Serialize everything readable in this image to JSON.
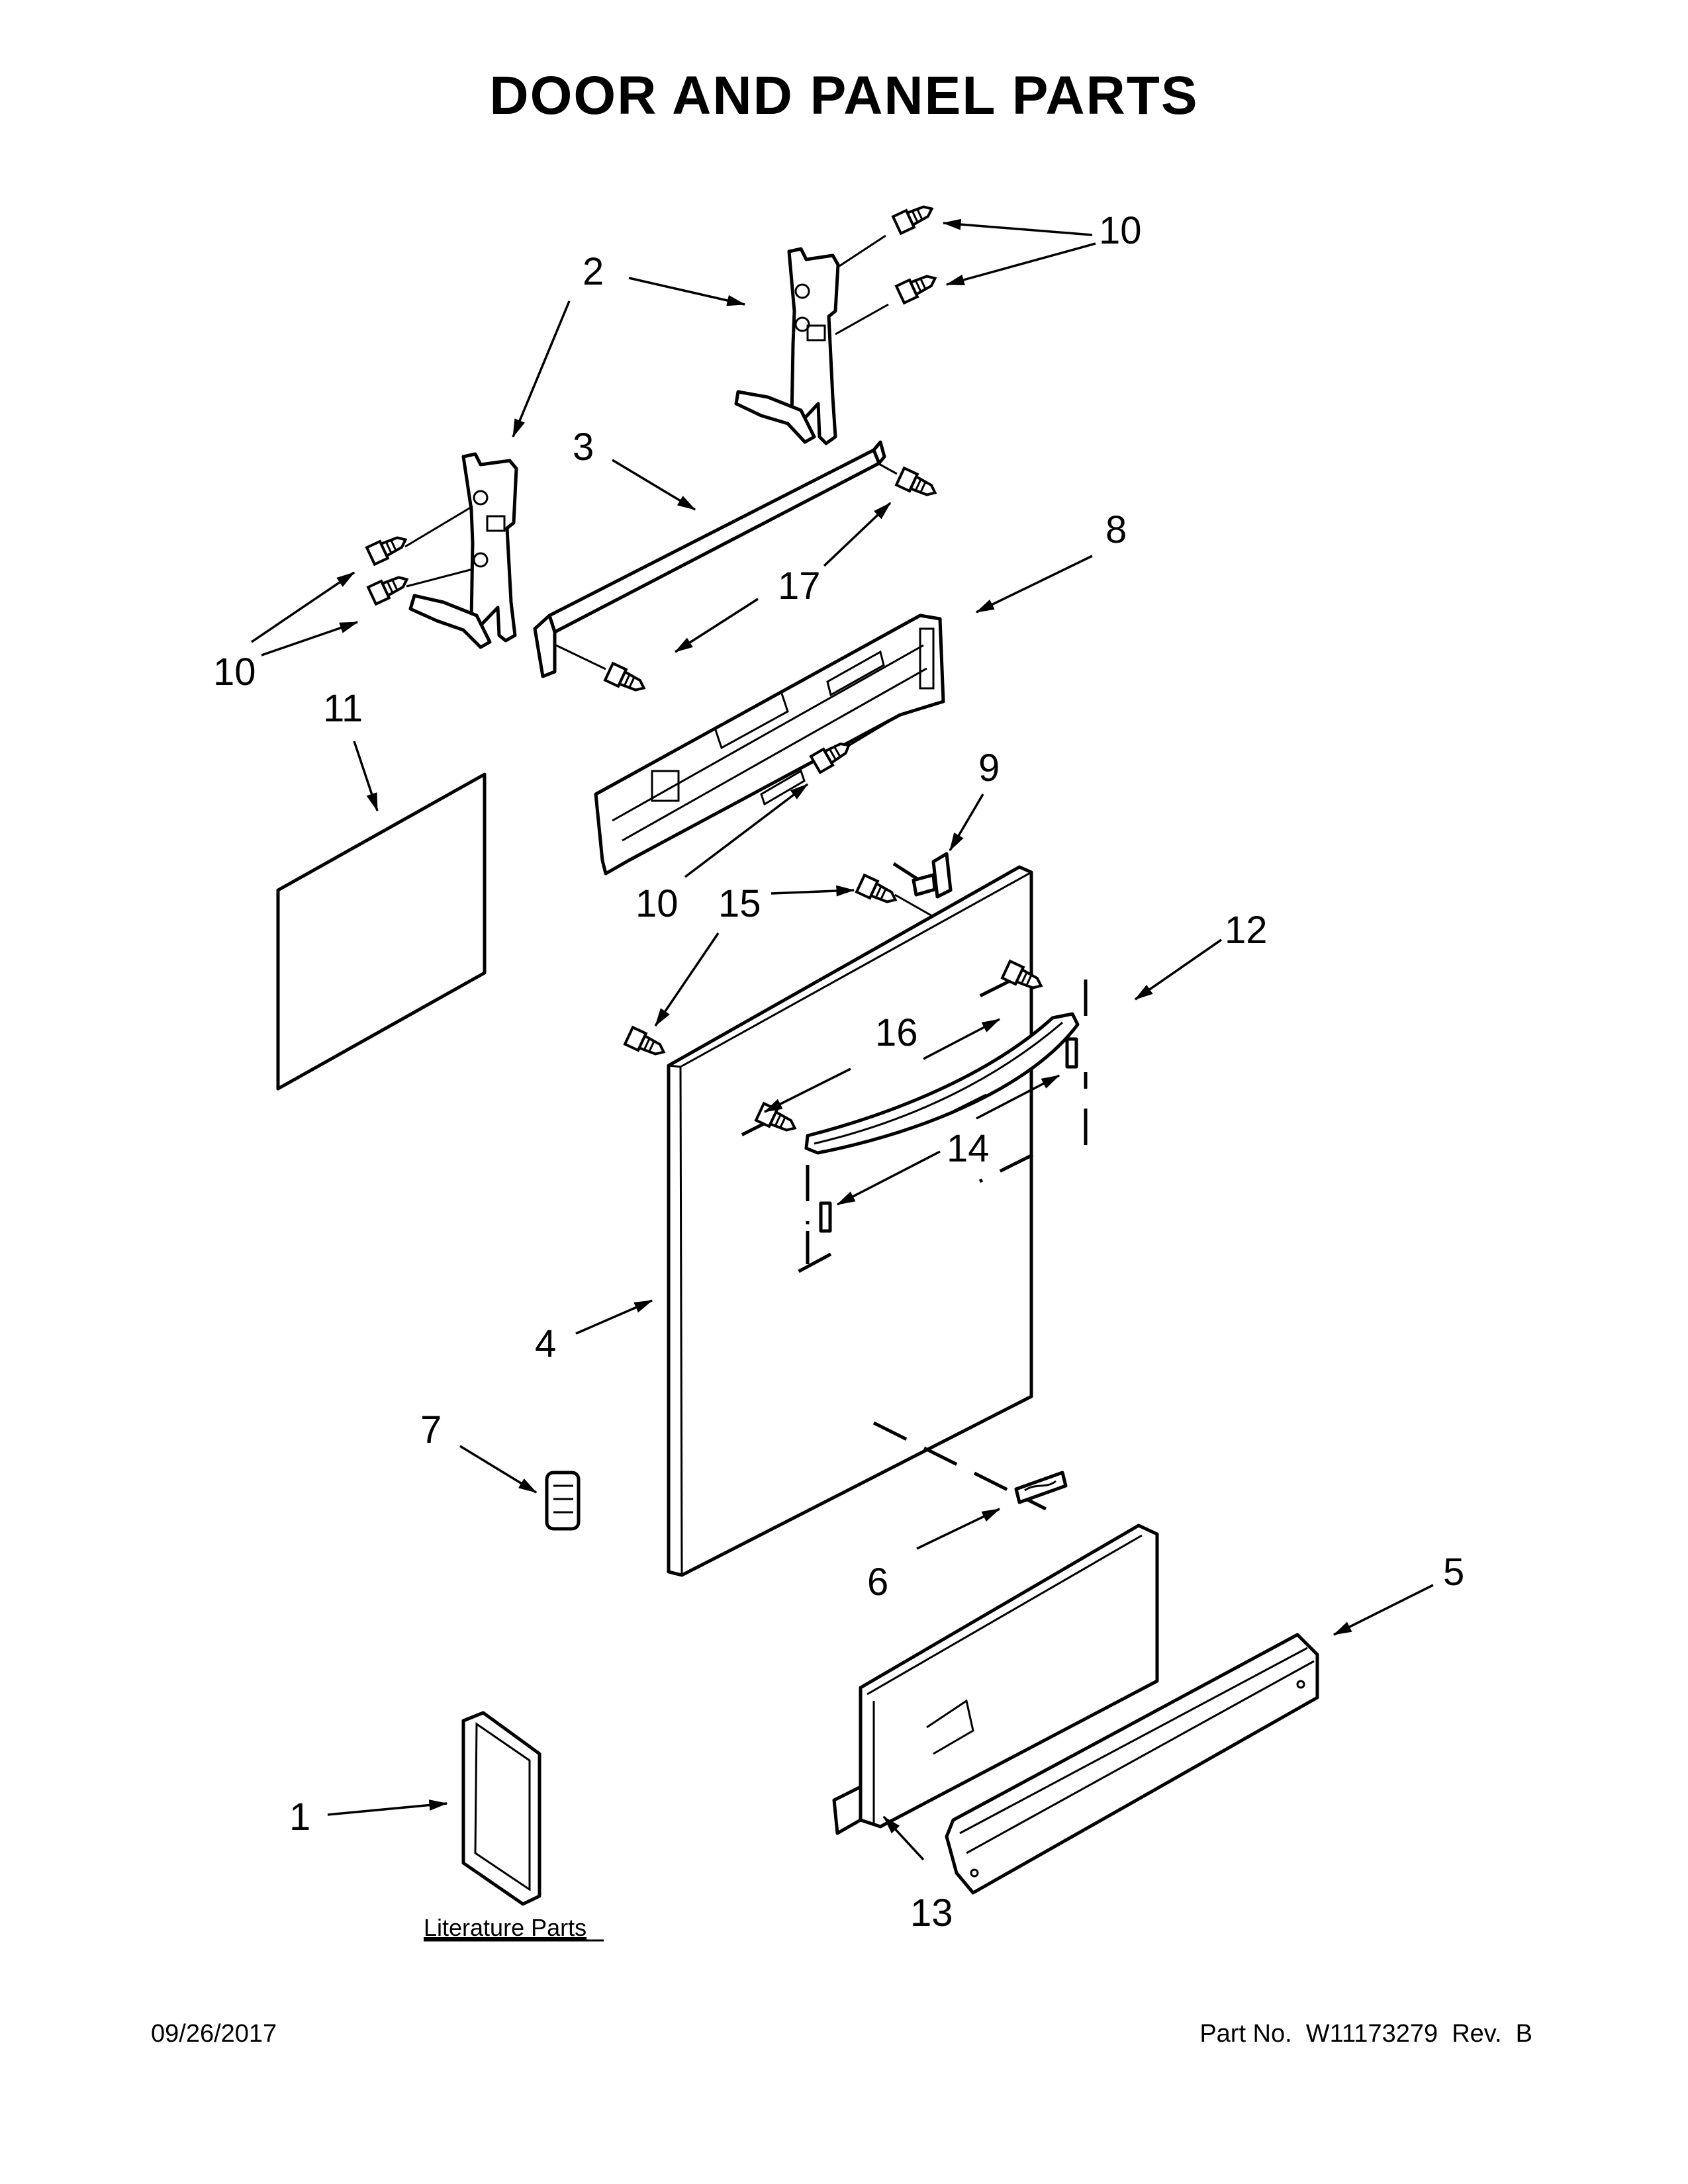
{
  "title": "DOOR AND PANEL PARTS",
  "callouts": {
    "c1": "1",
    "c2": "2",
    "c3": "3",
    "c4": "4",
    "c5": "5",
    "c6": "6",
    "c7": "7",
    "c8": "8",
    "c9": "9",
    "c10a": "10",
    "c10b": "10",
    "c10c": "10",
    "c11": "11",
    "c12": "12",
    "c13": "13",
    "c14": "14",
    "c15": "15",
    "c16": "16",
    "c17": "17"
  },
  "literature_label": "Literature Parts",
  "footer": {
    "date": "09/26/2017",
    "part_number": "Part No.  W11173279  Rev.  B"
  },
  "icons": {
    "screw": "screw-icon",
    "arrow": "arrowhead-icon"
  }
}
